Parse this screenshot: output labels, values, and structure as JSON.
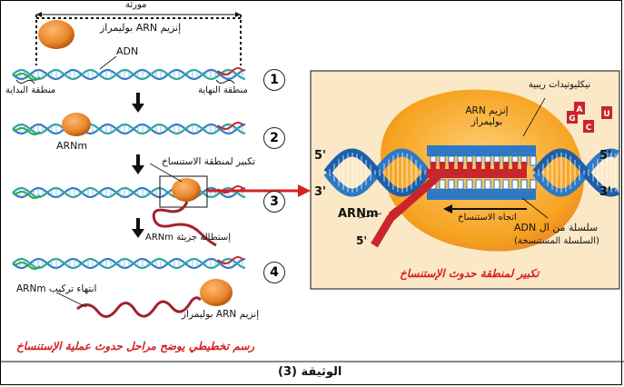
{
  "left_panel": {
    "gene_label": "مورثة",
    "enzyme_label": "إنزيم ARN بوليمراز",
    "adn_label": "ADN",
    "start_region": "منطقة البداية",
    "end_region": "منطقة النهاية",
    "arnm_label_2": "ARNm",
    "zoom_label": "تكبير لمنطقة الاستنساخ",
    "elongation_label": "إستطالة جزيئة ARNm",
    "end_synthesis_label": "انتهاء تركيب ARNm",
    "enzyme_label_4": "إنزيم ARN بوليمراز",
    "steps": [
      "1",
      "2",
      "3",
      "4"
    ],
    "caption": "رسم تخطيطي يوضح مراحل حدوث عملية الإستنساخ"
  },
  "right_panel": {
    "nucleotides_label": "نيكليوتيدات ريبية",
    "enzyme_label": "إنزيم ARN بوليمراز",
    "five_prime": "5'",
    "three_prime": "3'",
    "arnm_label": "ARNm",
    "direction_label": "اتجاه الاستنساخ",
    "strand_label_1": "سلسلة من ال ADN",
    "strand_label_2": "(السلسلة المستنسخة)",
    "nucleotide_letters": [
      "G",
      "C",
      "A",
      "U"
    ],
    "caption": "تكبير لمنطقة حدوث الإستنساخ"
  },
  "document_label": "الوثيقة (3)",
  "colors": {
    "caption_red": "#d42020",
    "enzyme_orange": "#e8862a",
    "dna_blue": "#2f78c4",
    "dna_teal": "#2aa3a0",
    "rna_red": "#c9252c",
    "zoom_bg": "#fbe8c6"
  }
}
